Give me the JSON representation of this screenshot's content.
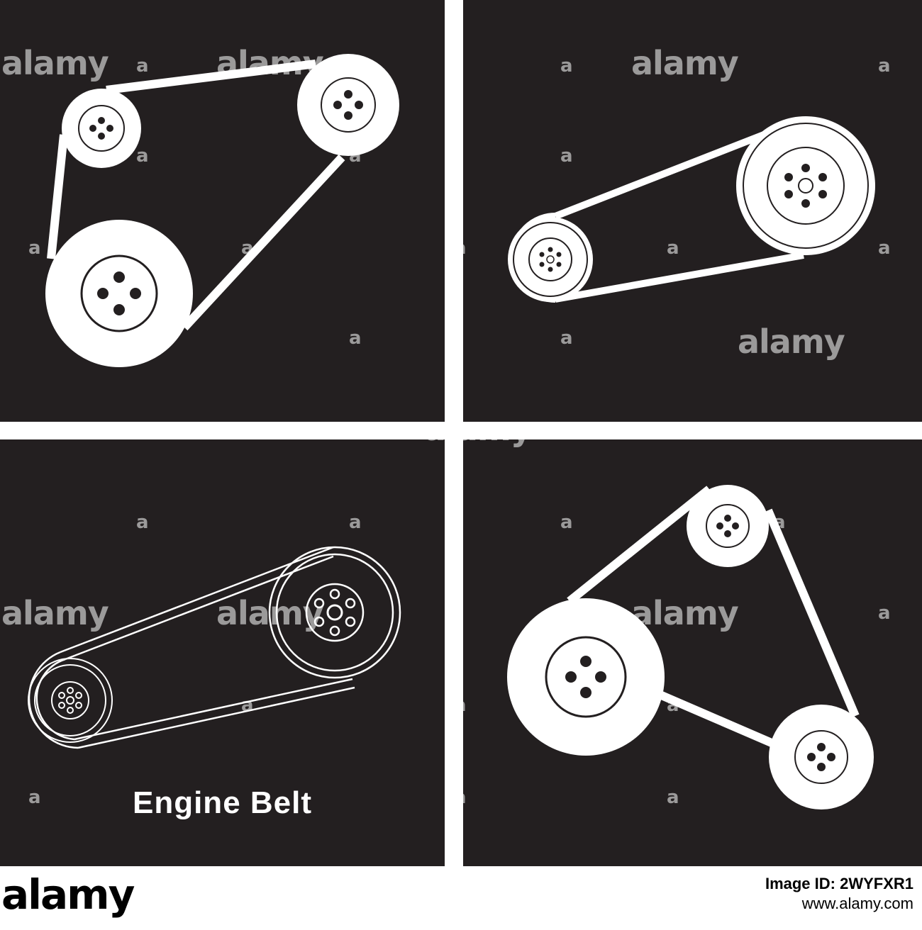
{
  "caption": "Engine Belt",
  "watermark": {
    "word": "alamy",
    "letter": "a"
  },
  "footer": {
    "brand": "alamy",
    "image_id": "Image ID: 2WYFXR1",
    "url": "www.alamy.com"
  },
  "colors": {
    "panel_background": "#231f20",
    "artwork": "#ffffff",
    "separator": "#ffffff",
    "watermark": "rgba(255,255,255,0.55)"
  },
  "panels": [
    {
      "name": "three-pulley-solid",
      "style": "solid",
      "pulleys": 3
    },
    {
      "name": "two-pulley-solid",
      "style": "solid",
      "pulleys": 2
    },
    {
      "name": "two-pulley-outline",
      "style": "outline",
      "pulleys": 2
    },
    {
      "name": "three-pulley-solid-alt",
      "style": "solid",
      "pulleys": 3
    }
  ]
}
